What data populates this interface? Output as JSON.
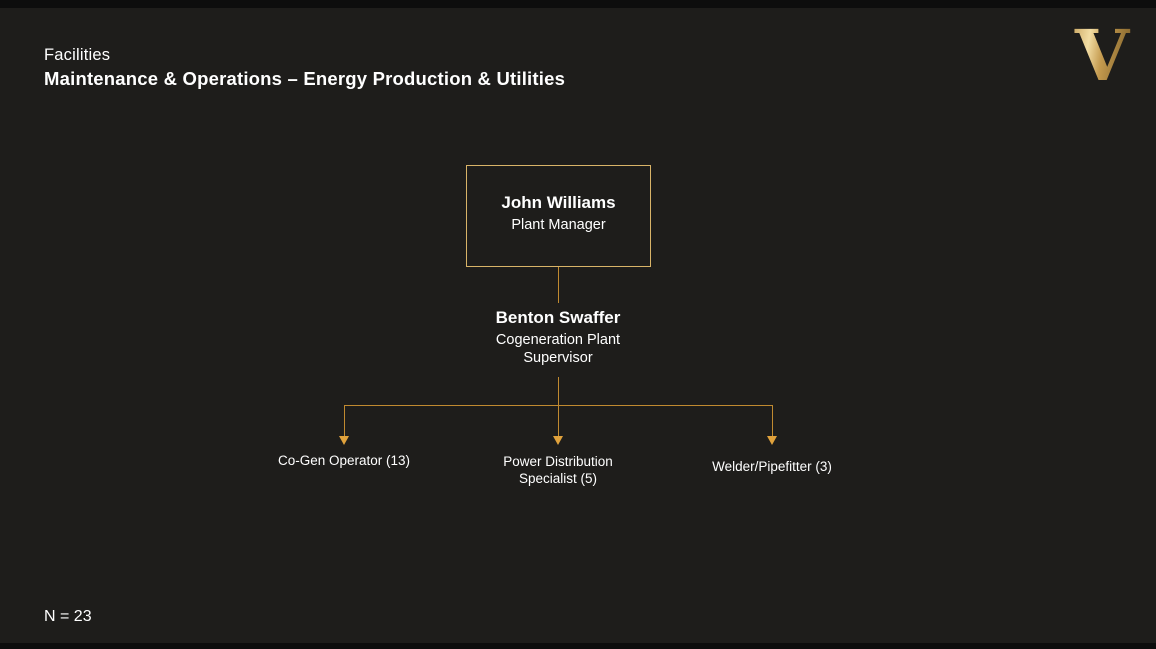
{
  "slide": {
    "eyebrow": "Facilities",
    "title": "Maintenance & Operations – Energy Production & Utilities",
    "footnote": "N = 23",
    "logo_letter": "V"
  },
  "colors": {
    "background": "#1e1d1b",
    "band": "#0d0d0d",
    "text": "#ffffff",
    "box_border": "#d9b468",
    "connector": "#c08a30",
    "arrow": "#e0a23c",
    "logo_gold_light": "#f2dda4",
    "logo_gold_mid": "#c49a4e",
    "logo_gold_dark": "#8a6a30"
  },
  "org_chart": {
    "root": {
      "name": "John Williams",
      "title": "Plant Manager"
    },
    "supervisor": {
      "name": "Benton Swaffer",
      "title": "Cogeneration Plant Supervisor"
    },
    "reports": [
      {
        "label": "Co-Gen Operator (13)"
      },
      {
        "label": "Power Distribution Specialist (5)"
      },
      {
        "label": "Welder/Pipefitter (3)"
      }
    ]
  }
}
